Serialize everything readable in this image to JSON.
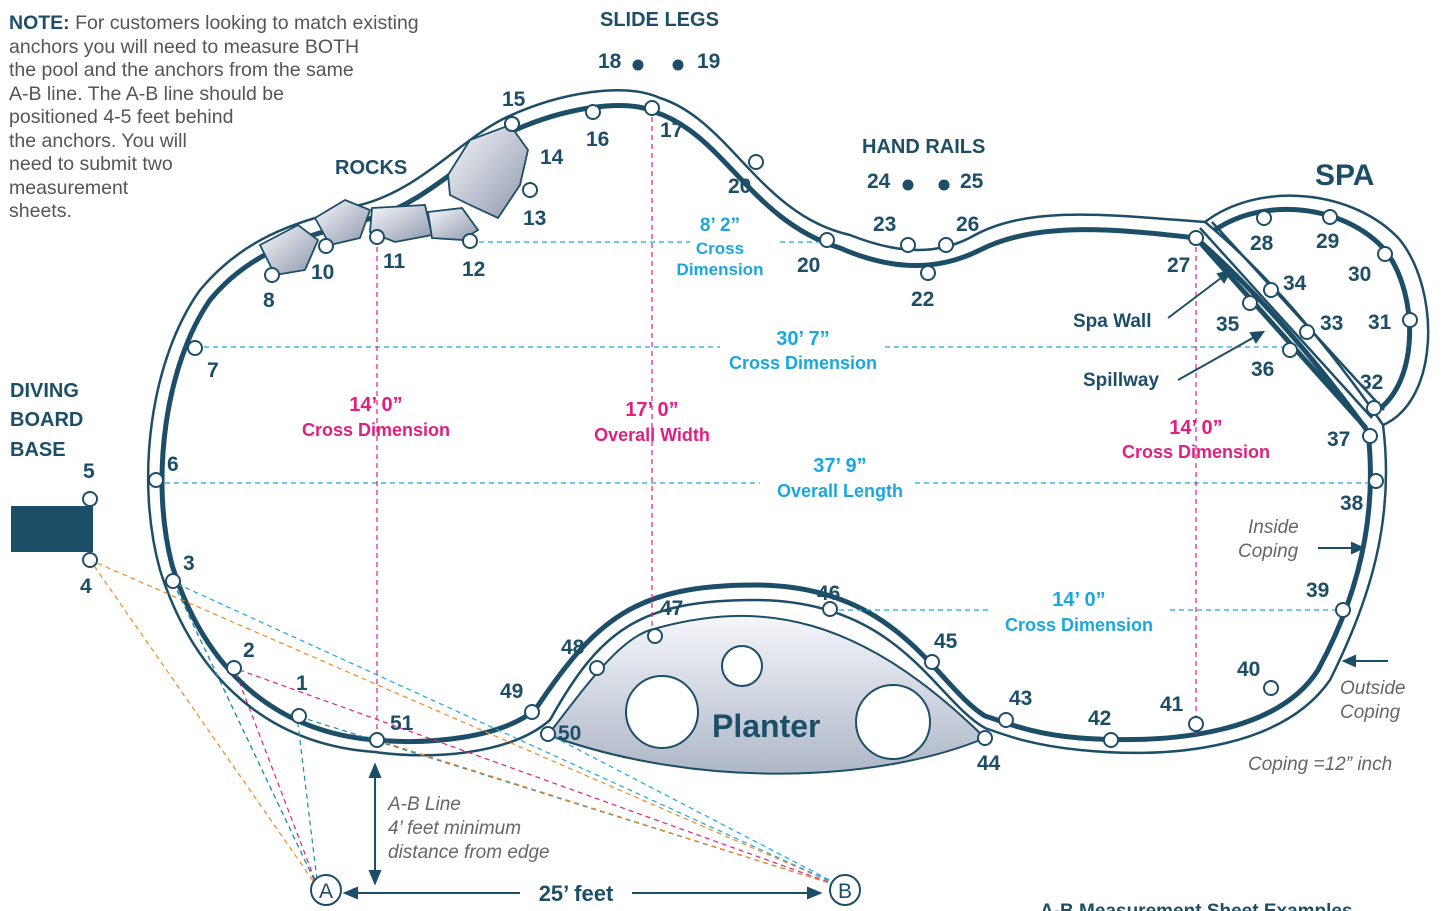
{
  "note": {
    "lead": "NOTE:",
    "lines": [
      "For customers looking to match existing",
      "anchors you will need to measure BOTH",
      "the pool and the anchors from the same",
      "A-B line. The A-B line should be",
      "positioned 4-5 feet behind",
      "the anchors. You will",
      "need to submit two",
      "measurement",
      "sheets."
    ]
  },
  "features": {
    "slide_legs": "SLIDE LEGS",
    "hand_rails": "HAND RAILS",
    "rocks": "ROCKS",
    "spa": "SPA",
    "diving_board": [
      "DIVING",
      "BOARD",
      "BASE"
    ],
    "planter": "Planter",
    "spa_wall": "Spa Wall",
    "spillway": "Spillway",
    "inside_coping": [
      "Inside",
      "Coping"
    ],
    "outside_coping": [
      "Outside",
      "Coping"
    ],
    "coping_note": "Coping =12” inch"
  },
  "dimensions": {
    "d1_value": "8’ 2”",
    "d1_l1": "Cross",
    "d1_l2": "Dimension",
    "d2_value": "30’ 7”",
    "d2_label": "Cross Dimension",
    "d3_value": "37’ 9”",
    "d3_label": "Overall Length",
    "d4_value": "14’ 0”",
    "d4_label": "Cross Dimension",
    "d5_value": "14’ 0”",
    "d5_label": "Cross Dimension",
    "d6_value": "17’ 0”",
    "d6_label": "Overall Width",
    "d7_value": "14’ 0”",
    "d7_label": "Cross Dimension"
  },
  "ab_line": {
    "label": [
      "A-B Line",
      "4’ feet minimum",
      "distance from edge"
    ],
    "distance": "25’ feet",
    "a": "A",
    "b": "B"
  },
  "footer_partial": "A-B Measurement Sheet Examples",
  "points": [
    "1",
    "2",
    "3",
    "4",
    "5",
    "6",
    "7",
    "8",
    "10",
    "11",
    "12",
    "13",
    "14",
    "15",
    "16",
    "17",
    "18",
    "19",
    "20",
    "20",
    "22",
    "23",
    "24",
    "25",
    "26",
    "27",
    "28",
    "29",
    "30",
    "31",
    "32",
    "33",
    "34",
    "35",
    "36",
    "37",
    "38",
    "39",
    "40",
    "41",
    "42",
    "43",
    "44",
    "45",
    "46",
    "47",
    "48",
    "49",
    "50",
    "51"
  ],
  "colors": {
    "navy": "#1d4e68",
    "cyan": "#1aa7e0",
    "magenta": "#e0207f",
    "orange": "#f08a24",
    "teal": "#1e8aa8",
    "gray": "#666666"
  }
}
